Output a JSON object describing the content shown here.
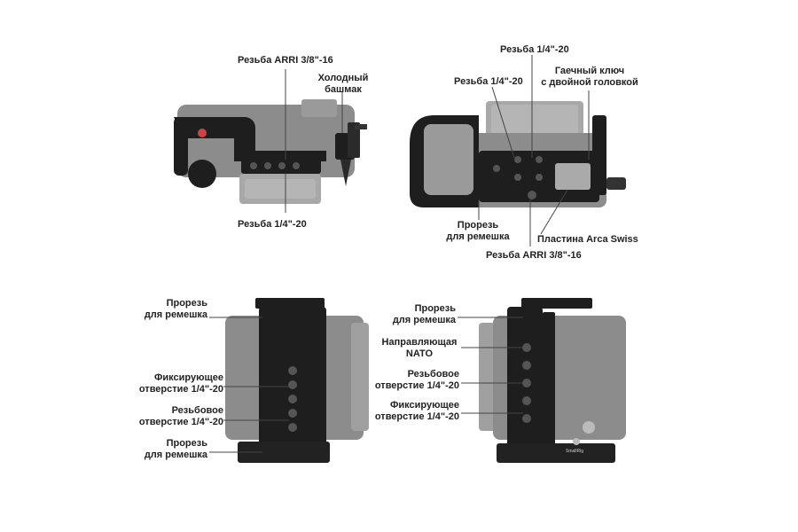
{
  "labels": {
    "p1_arri": "Резьба ARRI 3/8\"-16",
    "p1_coldshoe_1": "Холодный",
    "p1_coldshoe_2": "башмак",
    "p1_thread": "Резьба 1/4\"-20",
    "p2_thread_top": "Резьба 1/4\"-20",
    "p2_thread_left": "Резьба 1/4\"-20",
    "p2_wrench_1": "Гаечный ключ",
    "p2_wrench_2": "с двойной головкой",
    "p2_slot_1": "Прорезь",
    "p2_slot_2": "для ремешка",
    "p2_arca": "Пластина Arca Swiss",
    "p2_arri": "Резьба ARRI 3/8\"-16",
    "p3_slot_top_1": "Прорезь",
    "p3_slot_top_2": "для ремешка",
    "p3_fix_1": "Фиксирующее",
    "p3_fix_2": "отверстие  1/4\"-20",
    "p3_thread_1": "Резьбовое",
    "p3_thread_2": "отверстие  1/4\"-20",
    "p3_slot_bot_1": "Прорезь",
    "p3_slot_bot_2": "для ремешка",
    "p4_slot_1": "Прорезь",
    "p4_slot_2": "для ремешка",
    "p4_nato_1": "Направляющая",
    "p4_nato_2": "NATO",
    "p4_thread_1": "Резьбовое",
    "p4_thread_2": "отверстие  1/4\"-20",
    "p4_fix_1": "Фиксирующее",
    "p4_fix_2": "отверстие  1/4\"-20"
  },
  "product_marks": {
    "brand_on_cage": "SmallRig"
  },
  "colors": {
    "camera_gray": "#8c8c8c",
    "cage_black": "#1e1e1e",
    "line": "#444444"
  }
}
